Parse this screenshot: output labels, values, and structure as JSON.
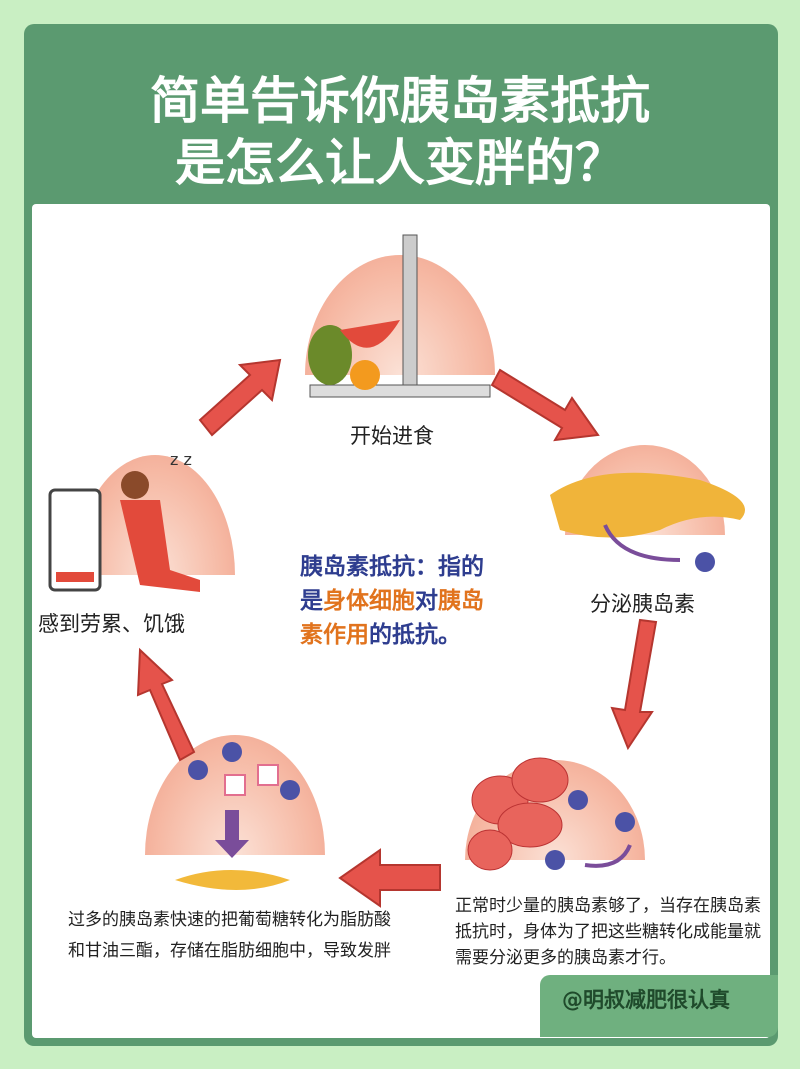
{
  "title": {
    "line1": "简单告诉你胰岛素抵抗",
    "line2": "是怎么让人变胖的？"
  },
  "steps": {
    "eat": "开始进食",
    "secrete": "分泌胰岛素",
    "tired": "感到劳累、饥饿",
    "normal": "正常时少量的胰岛素够了，当存在胰岛素抵抗时，身体为了把这些糖转化成能量就需要分泌更多的胰岛素才行。",
    "fat": "过多的胰岛素快速的把葡萄糖转化为脂肪酸和甘油三酯，存储在脂肪细胞中，导致发胖"
  },
  "definition": {
    "p1": "胰岛素抵抗：指的",
    "p2": "是",
    "p3": "身体细胞",
    "p4": "对",
    "p5": "胰岛",
    "p6": "素作用",
    "p7": "的抵抗。"
  },
  "watermark": "@明叔减肥很认真",
  "colors": {
    "card": "#5b9a70",
    "arrow": "#e5534b",
    "accent_orange": "#e1731d",
    "accent_blue": "#2e3d8f"
  }
}
